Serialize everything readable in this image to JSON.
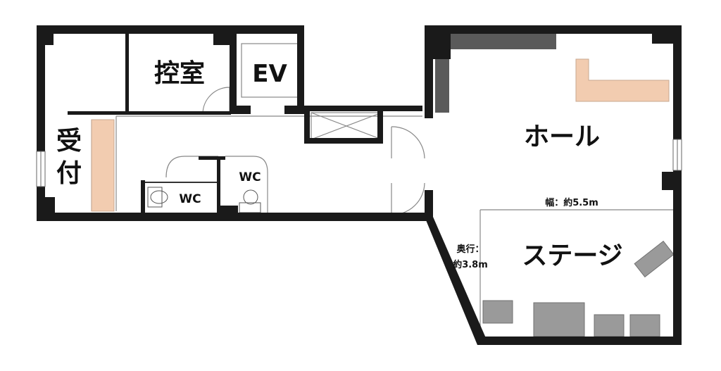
{
  "rooms": {
    "reception": "受付",
    "waiting_room": "控室",
    "elevator": "EV",
    "wc_left": "WC",
    "wc_right": "WC",
    "hall": "ホール",
    "stage": "ステージ"
  },
  "dimensions": {
    "width_label": "幅：約5.5m",
    "depth_label_line1": "奥行：",
    "depth_label_line2": "約3.8m"
  },
  "colors": {
    "wall": "#1a1a1a",
    "counter": "#f2ccb0",
    "equipment": "#9a9a9a",
    "fixture_dark": "#5a5a5a",
    "line": "#777777"
  }
}
